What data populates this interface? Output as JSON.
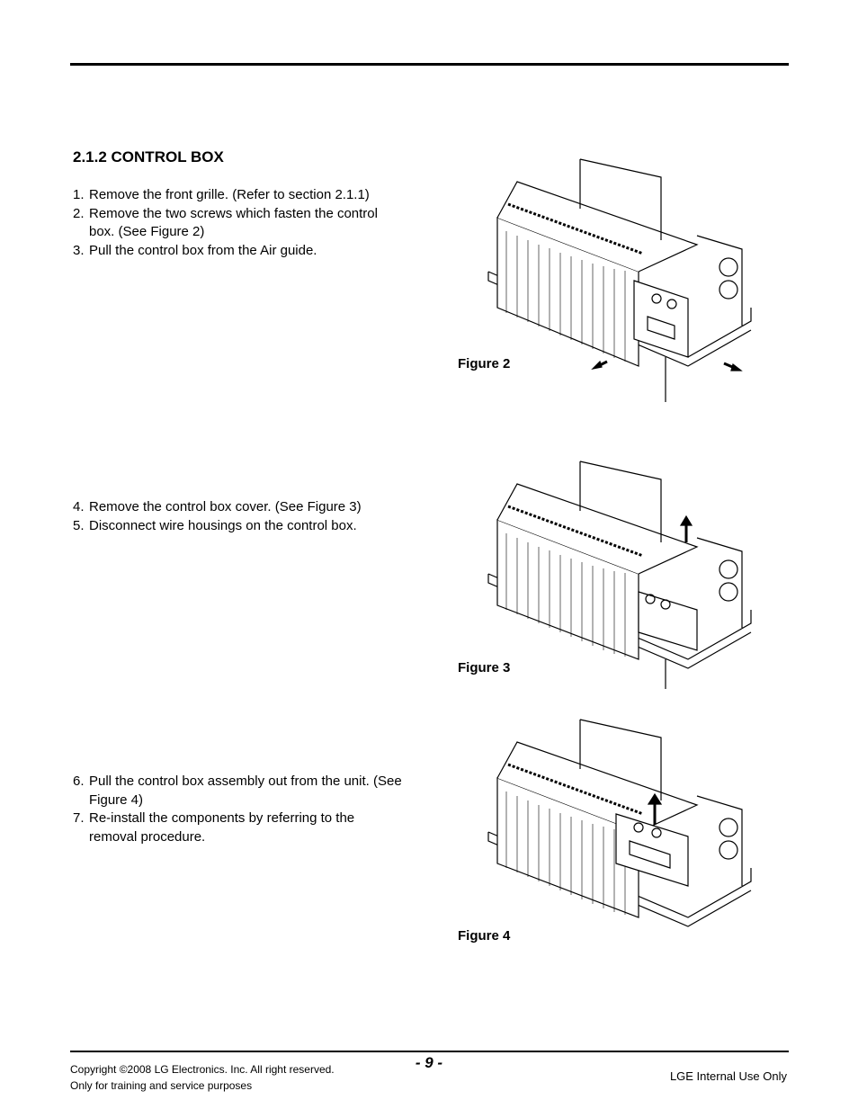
{
  "section": {
    "title": "2.1.2 CONTROL BOX"
  },
  "group1": [
    {
      "num": "1.",
      "text": "Remove the front grille. (Refer to section 2.1.1)"
    },
    {
      "num": "2.",
      "text": "Remove the two screws which fasten the control box. (See Figure 2)"
    },
    {
      "num": "3.",
      "text": "Pull the control box from the Air guide."
    }
  ],
  "group2": [
    {
      "num": "4.",
      "text": "Remove the control box cover. (See Figure 3)"
    },
    {
      "num": "5.",
      "text": "Disconnect wire housings on the control box."
    }
  ],
  "group3": [
    {
      "num": "6.",
      "text": "Pull the control box assembly out from the unit. (See Figure 4)"
    },
    {
      "num": "7.",
      "text": "Re-install the components by referring to the removal procedure."
    }
  ],
  "figures": [
    {
      "caption": "Figure 2"
    },
    {
      "caption": "Figure 3"
    },
    {
      "caption": "Figure 4"
    }
  ],
  "footer": {
    "copyright": "Copyright ©2008 LG Electronics. Inc. All right reserved.",
    "purpose": "Only for training and service purposes",
    "page": "- 9 -",
    "internal": "LGE Internal Use Only"
  }
}
